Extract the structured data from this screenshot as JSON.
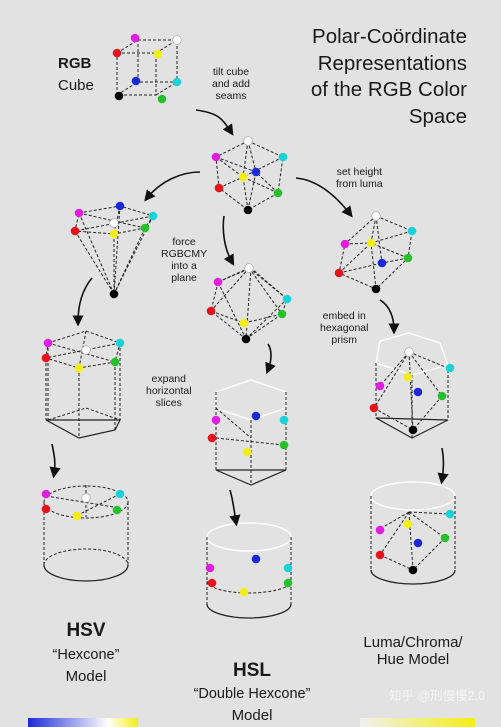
{
  "title": "Polar-Coördinate\nRepresentations\nof the RGB Color\nSpace",
  "rgb_cube_label": "RGB",
  "rgb_cube_sublabel": "Cube",
  "notes": {
    "tilt": "tilt cube\nand add\nseams",
    "height": "set height\nfrom luma",
    "force": "force\nRGBCMY\ninto a\nplane",
    "expand": "expand\nhorizontal\nslices",
    "embed": "embed in\nhexagonal\nprism"
  },
  "models": {
    "hsv": {
      "name": "HSV",
      "sub": "“Hexcone”",
      "tail": "Model"
    },
    "hsl": {
      "name": "HSL",
      "sub": "“Double Hexcone”",
      "tail": "Model"
    },
    "lch": {
      "label": "Luma/Chroma/\nHue Model"
    }
  },
  "watermark": "知乎 @刑慢慢2.0",
  "colors": {
    "red": "#e8121c",
    "green": "#26c12a",
    "blue": "#1b2ad6",
    "yellow": "#f4ee14",
    "cyan": "#19d2d8",
    "magenta": "#e11ee0",
    "white": "#ffffff",
    "black": "#000000",
    "background": "#e2e2e2"
  }
}
